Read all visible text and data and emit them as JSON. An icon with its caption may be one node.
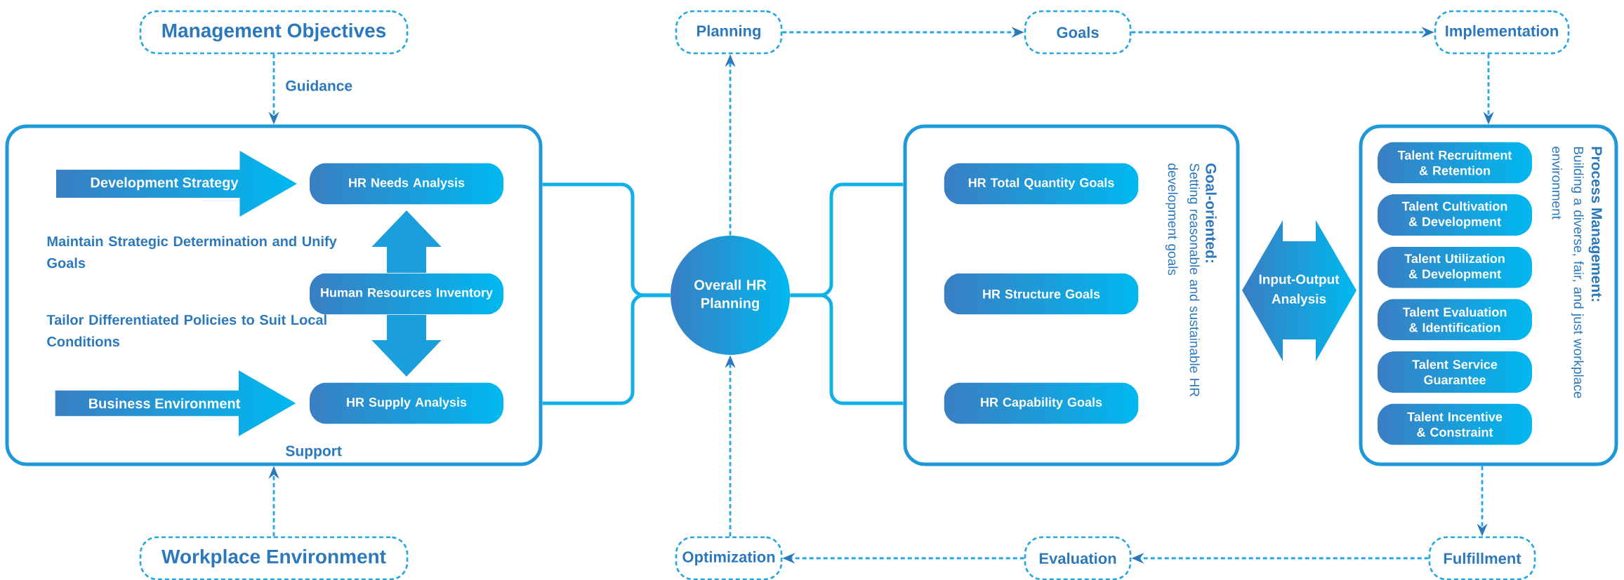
{
  "diagram": {
    "nodes": [
      {
        "text": [
          "Management Objectives"
        ]
      },
      {
        "text": [
          "Planning"
        ]
      },
      {
        "text": [
          "Goals"
        ]
      },
      {
        "text": [
          "Implementation"
        ]
      },
      {
        "text": [
          "Maintain Strategic Determination and Unify Goals",
          "Tailor Differentiated Policies to Suit Local Conditions"
        ]
      },
      {
        "text": [
          "Development Strategy"
        ],
        "in": 4
      },
      {
        "text": [
          "HR Needs Analysis"
        ],
        "in": 4
      },
      {
        "text": [
          "Human Resources Inventory"
        ],
        "in": 4
      },
      {
        "text": [
          "Business Environment"
        ],
        "in": 4
      },
      {
        "text": [
          "HR Supply Analysis"
        ],
        "in": 4
      },
      {
        "text": [
          "Overall HR Planning"
        ]
      },
      {
        "text": [
          "Goal-oriented:",
          "Setting reasonable and sustainable HR development goals"
        ]
      },
      {
        "text": [
          "HR Total Quantity Goals"
        ],
        "in": 11
      },
      {
        "text": [
          "HR Structure Goals"
        ],
        "in": 11
      },
      {
        "text": [
          "HR Capability Goals"
        ],
        "in": 11
      },
      {
        "text": [
          "Input-Output Analysis"
        ]
      },
      {
        "text": [
          "Process Management:",
          "Building a diverse, fair, and just workplace environment"
        ]
      },
      {
        "text": [
          "Talent Recruitment & Retention"
        ],
        "in": 16
      },
      {
        "text": [
          "Talent Cultivation & Development"
        ],
        "in": 16
      },
      {
        "text": [
          "Talent Utilization & Development"
        ],
        "in": 16
      },
      {
        "text": [
          "Talent Evaluation & Identification"
        ],
        "in": 16
      },
      {
        "text": [
          "Talent Service Guarantee"
        ],
        "in": 16
      },
      {
        "text": [
          "Talent Incentive & Constraint"
        ],
        "in": 16
      },
      {
        "text": [
          "Workplace Environment"
        ]
      },
      {
        "text": [
          "Optimization"
        ]
      },
      {
        "text": [
          "Evaluation"
        ]
      },
      {
        "text": [
          "Fulfillment"
        ]
      }
    ],
    "edges": [
      {
        "from": 0,
        "to": 4,
        "arrow": "to",
        "label": "Guidance",
        "style": "dashed"
      },
      {
        "from": 23,
        "to": 4,
        "arrow": "to",
        "label": "Support",
        "style": "dashed"
      },
      {
        "from": 7,
        "to": 6,
        "arrow": "to",
        "style": "thick"
      },
      {
        "from": 7,
        "to": 9,
        "arrow": "to",
        "style": "thick"
      },
      {
        "from": 4,
        "to": 10,
        "arrow": "none"
      },
      {
        "from": 4,
        "to": 10,
        "arrow": "none"
      },
      {
        "from": 10,
        "to": 11,
        "arrow": "none"
      },
      {
        "from": 10,
        "to": 11,
        "arrow": "none"
      },
      {
        "from": 10,
        "to": 1,
        "arrow": "to",
        "style": "dashed"
      },
      {
        "from": 1,
        "to": 2,
        "arrow": "to",
        "style": "dashed"
      },
      {
        "from": 2,
        "to": 3,
        "arrow": "to",
        "style": "dashed"
      },
      {
        "from": 3,
        "to": 16,
        "arrow": "to",
        "style": "dashed"
      },
      {
        "from": 16,
        "to": 26,
        "arrow": "to",
        "style": "dashed"
      },
      {
        "from": 26,
        "to": 25,
        "arrow": "to",
        "style": "dashed"
      },
      {
        "from": 25,
        "to": 24,
        "arrow": "to",
        "style": "dashed"
      },
      {
        "from": 24,
        "to": 10,
        "arrow": "to",
        "style": "dashed"
      }
    ]
  }
}
